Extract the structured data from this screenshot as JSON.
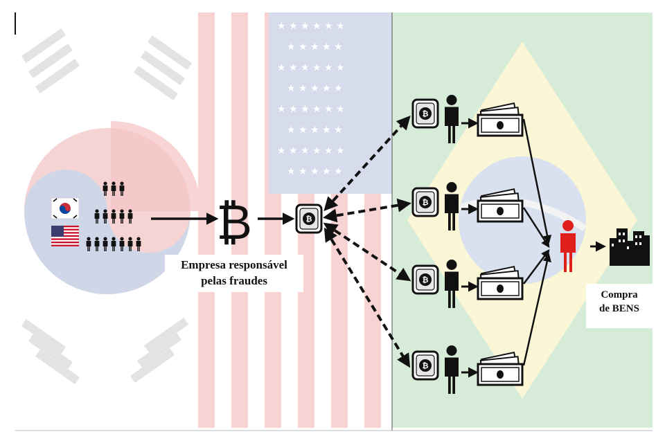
{
  "labels": {
    "company_line1": "Empresa responsável",
    "company_line2": "pelas fraudes",
    "goods_line1": "Compra",
    "goods_line2": "de BENS"
  },
  "colors": {
    "arrow": "#111111",
    "recipient": "#e0201b",
    "brazil_green": "#d6ecd9",
    "brazil_yellow": "#fbf6d6",
    "korea_red": "#f6c9c9",
    "korea_blue": "#c9d6ea",
    "us_stripe": "#f7d3d3",
    "us_canton": "#d6dcec"
  },
  "icons": [
    "south-korea-flag-icon",
    "usa-flag-icon",
    "crowd-icon",
    "bitcoin-symbol-icon",
    "bitcoin-wallet-icon",
    "person-icon",
    "cash-stack-icon",
    "red-person-icon",
    "buildings-icon"
  ]
}
